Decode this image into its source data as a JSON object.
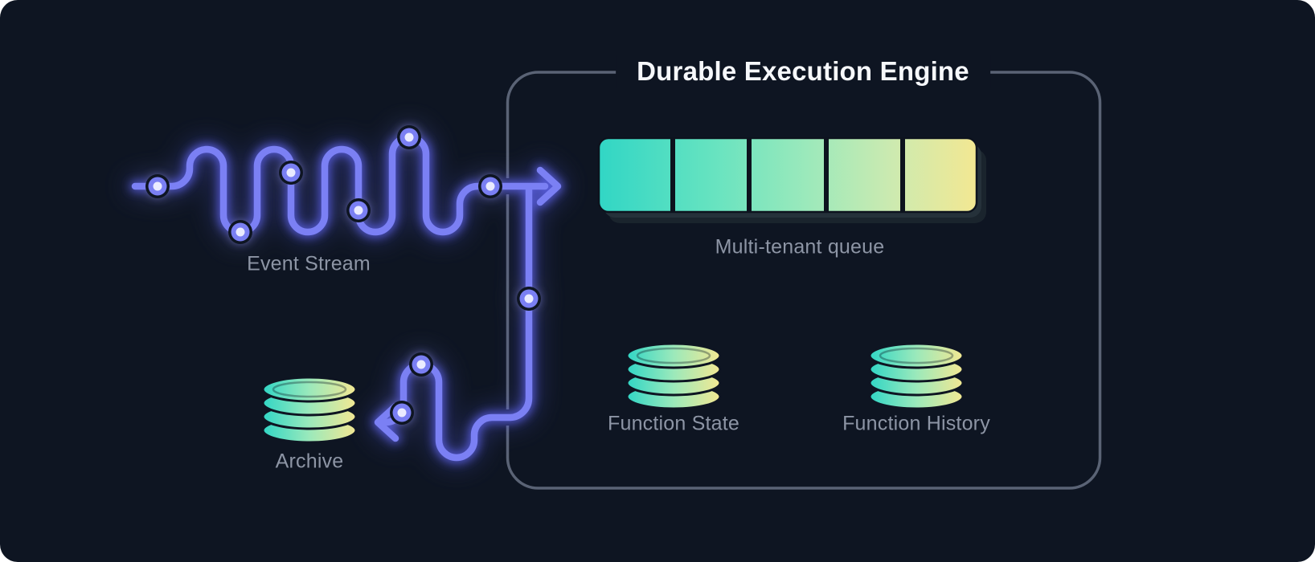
{
  "title": "Durable Execution Engine",
  "stream": {
    "label": "Event Stream",
    "node_count": 9
  },
  "engine": {
    "queue_label": "Multi-tenant queue",
    "queue_segments": 5,
    "function_state_label": "Function State",
    "function_history_label": "Function History"
  },
  "archive": {
    "label": "Archive"
  },
  "icons": {
    "flow_nodes": "glowing-circle-node",
    "databases": "database-cylinder-icon",
    "arrows": "chevron-arrow-icon"
  },
  "colors": {
    "background": "#0e1522",
    "flow_line": "#7b80f4",
    "flow_glow": "#5f64ee",
    "node_ring": "#7a7ff3",
    "node_core": "#eaebff",
    "engine_border": "#5a6375",
    "title_text": "#f6f8fb",
    "label_text": "#8d95a5",
    "teal": "#31d6c5",
    "mint": "#9be9bb",
    "yellow": "#f3e892"
  }
}
